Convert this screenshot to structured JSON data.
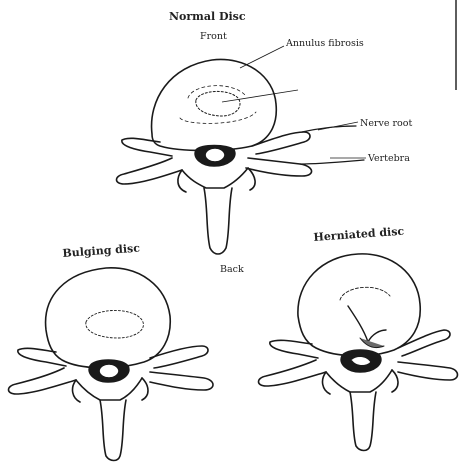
{
  "labels": {
    "normal_title": "Normal Disc",
    "front": "Front",
    "annulus": "Annulus fibrosis",
    "nerve_root": "Nerve root",
    "vertebra": "Vertebra",
    "back": "Back",
    "bulging_title": "Bulging disc",
    "herniated_title": "Herniated disc"
  },
  "colors": {
    "ink": "#1a1a1a",
    "paper": "#ffffff",
    "shade": "#6b6b6b"
  }
}
